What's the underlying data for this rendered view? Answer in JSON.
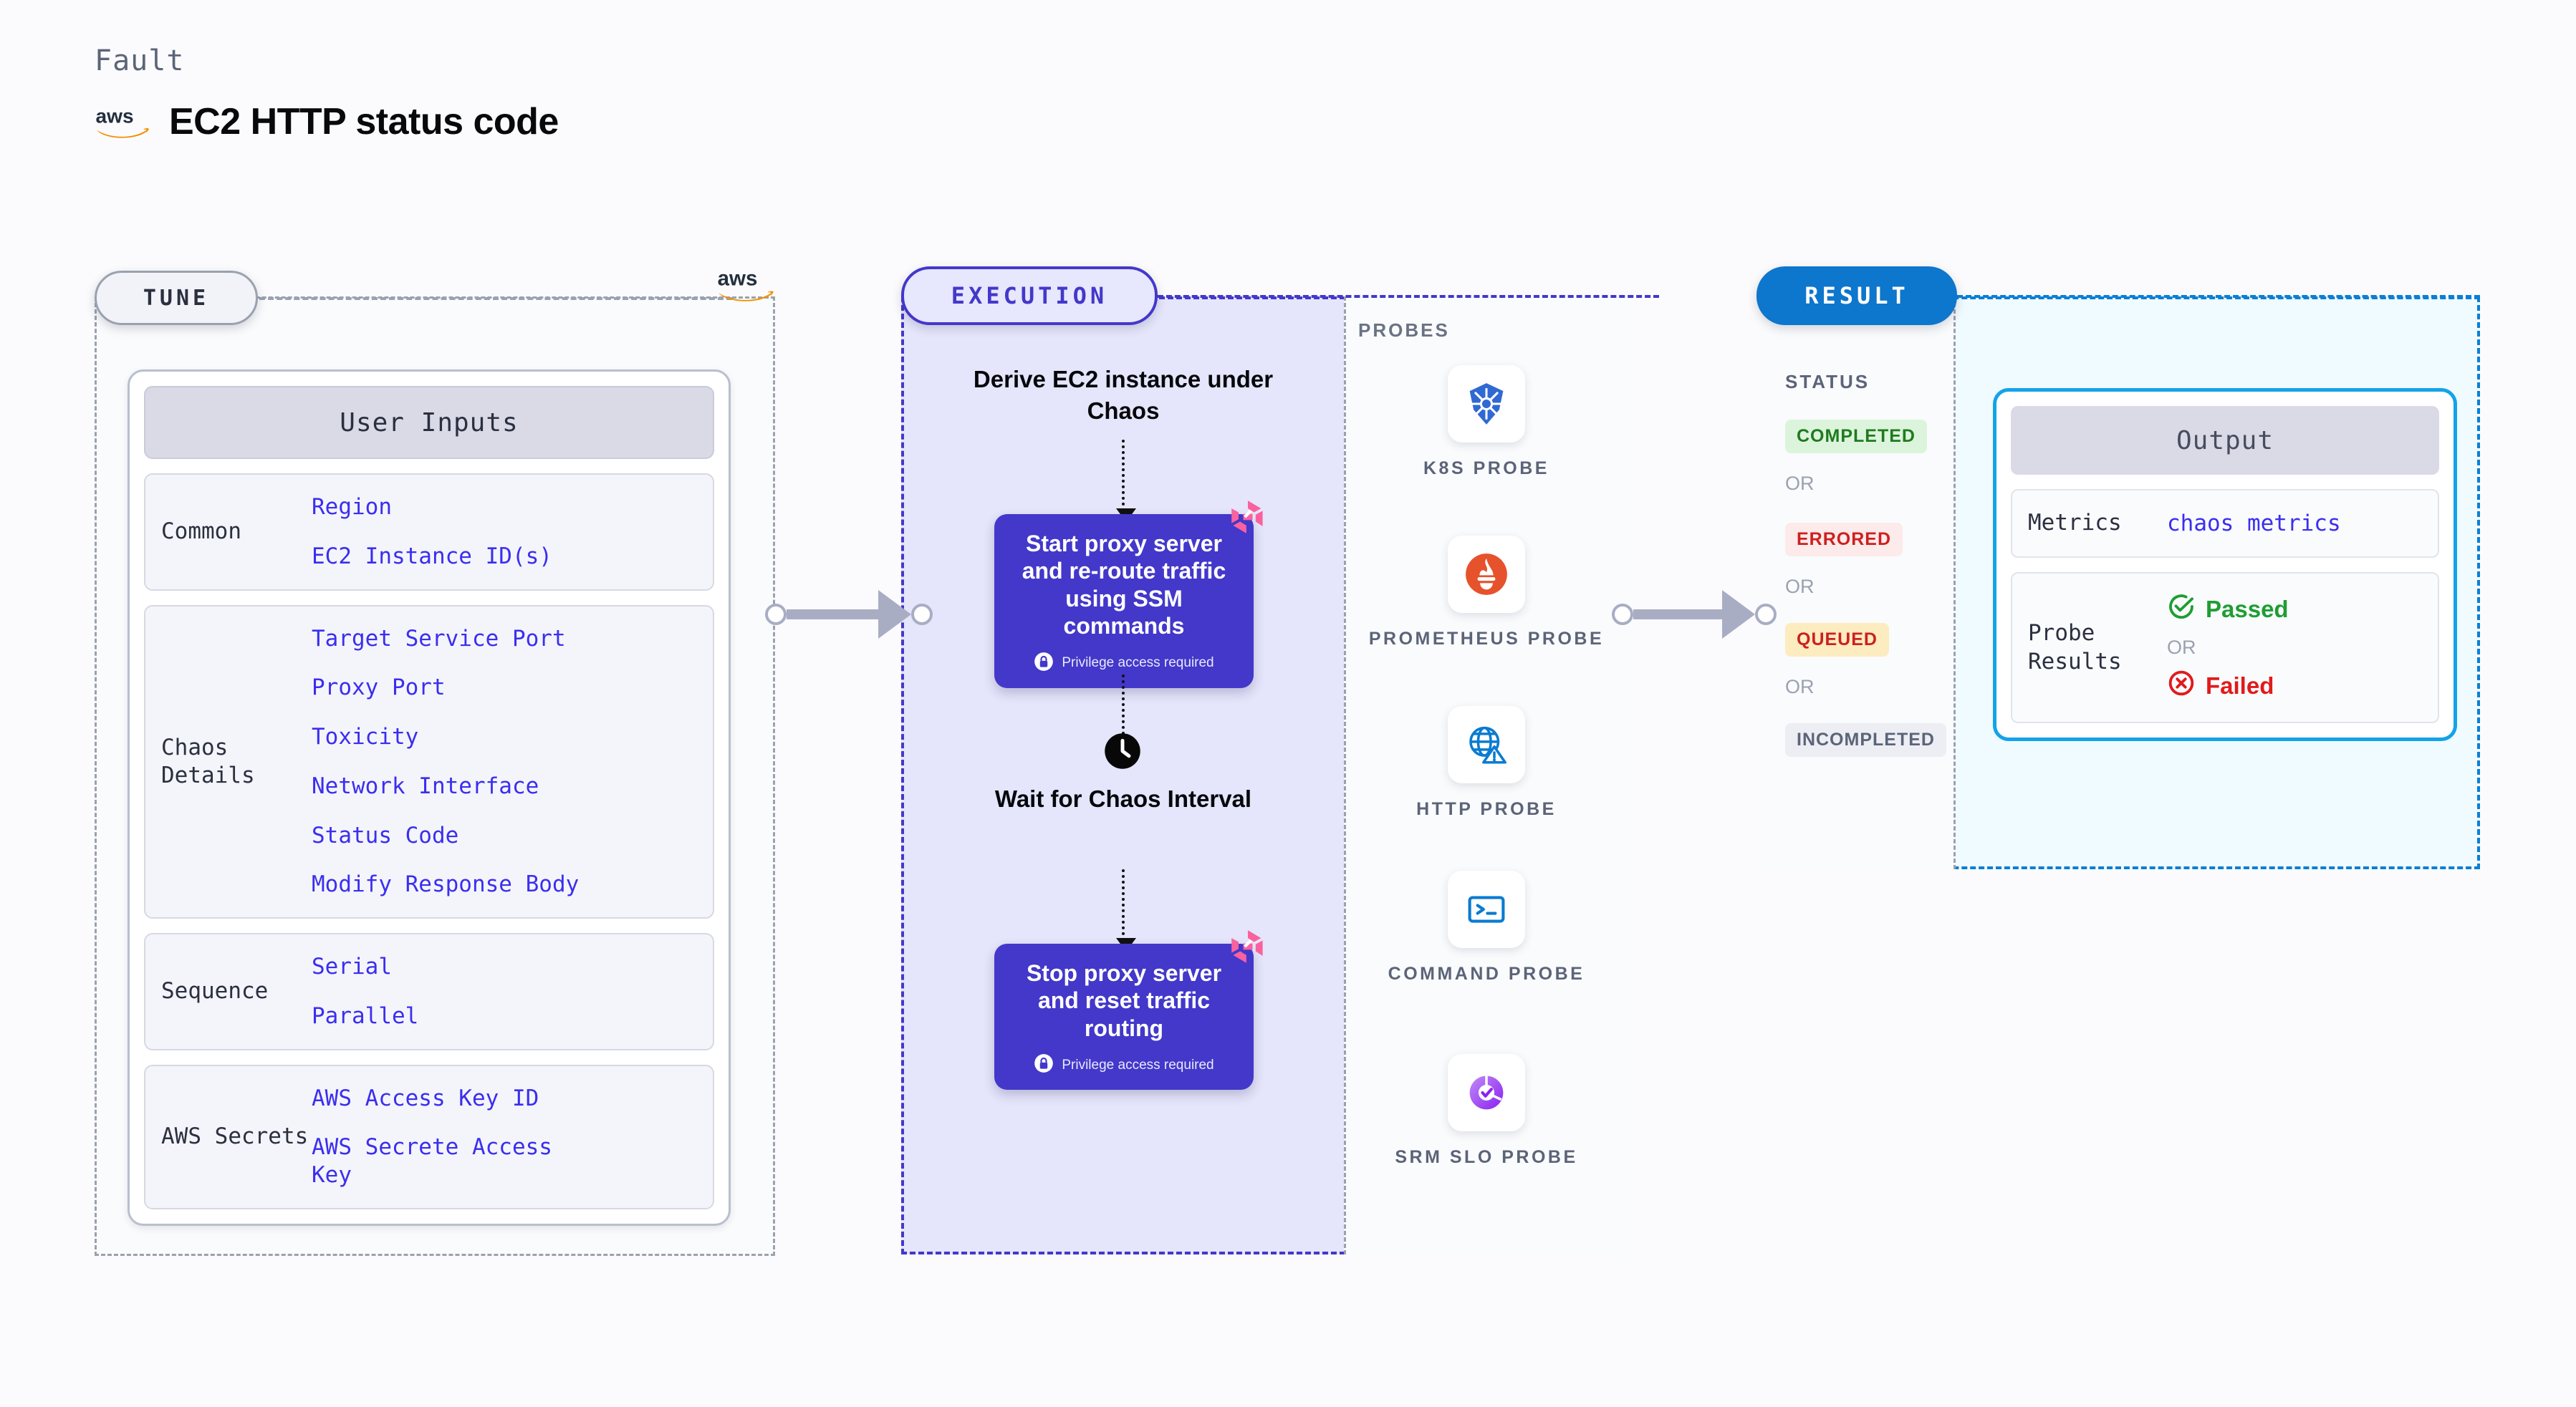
{
  "header": {
    "fault_label": "Fault",
    "title": "EC2 HTTP status code",
    "logo": "aws-logo"
  },
  "tune": {
    "badge": "TUNE",
    "logo": "aws-logo",
    "user_inputs": {
      "header": "User Inputs",
      "groups": [
        {
          "label": "Common",
          "values": [
            "Region",
            "EC2 Instance ID(s)"
          ]
        },
        {
          "label": "Chaos Details",
          "values": [
            "Target Service Port",
            "Proxy Port",
            "Toxicity",
            "Network Interface",
            "Status Code",
            "Modify Response Body"
          ]
        },
        {
          "label": "Sequence",
          "values": [
            "Serial",
            "Parallel"
          ]
        },
        {
          "label": "AWS Secrets",
          "values": [
            "AWS Access Key ID",
            "AWS Secrete Access Key"
          ]
        }
      ]
    }
  },
  "execution": {
    "badge": "EXECUTION",
    "flow": {
      "derive_title": "Derive EC2 instance under Chaos",
      "wait_title": "Wait for Chaos Interval",
      "nodes": [
        {
          "text": "Start proxy server and re-route traffic using SSM commands",
          "privilege": "Privilege access required"
        },
        {
          "text": "Stop proxy server and reset traffic routing",
          "privilege": "Privilege access required"
        }
      ]
    },
    "probes": {
      "title": "PROBES",
      "items": [
        {
          "label": "K8S PROBE",
          "icon": "kubernetes-icon"
        },
        {
          "label": "PROMETHEUS PROBE",
          "icon": "prometheus-icon"
        },
        {
          "label": "HTTP PROBE",
          "icon": "http-globe-icon"
        },
        {
          "label": "COMMAND PROBE",
          "icon": "terminal-icon"
        },
        {
          "label": "SRM SLO PROBE",
          "icon": "srm-slo-icon"
        }
      ]
    }
  },
  "result": {
    "badge": "RESULT",
    "status": {
      "title": "STATUS",
      "or_label": "OR",
      "chips": [
        {
          "label": "COMPLETED",
          "color": "#1f7a1f",
          "bg": "#dcf4dc"
        },
        {
          "label": "ERRORED",
          "color": "#cc2020",
          "bg": "#fdeaea"
        },
        {
          "label": "QUEUED",
          "color": "#cc2020",
          "bg": "#fcecc0"
        },
        {
          "label": "INCOMPLETED",
          "color": "#5b6478",
          "bg": "#eceef4"
        }
      ]
    },
    "output": {
      "header": "Output",
      "metrics_label": "Metrics",
      "metrics_value": "chaos metrics",
      "probe_results_label": "Probe Results",
      "passed_label": "Passed",
      "failed_label": "Failed",
      "or_label": "OR"
    }
  },
  "colors": {
    "indigo": "#4338ca",
    "blue": "#0d76cd",
    "cyan": "#14a3e8",
    "link_blue": "#3b2ef0",
    "gray_dash": "#9aa1b0",
    "pink": "#f9629f",
    "green": "#1f9d33",
    "red": "#e01b1b",
    "aws_orange": "#f59000"
  }
}
